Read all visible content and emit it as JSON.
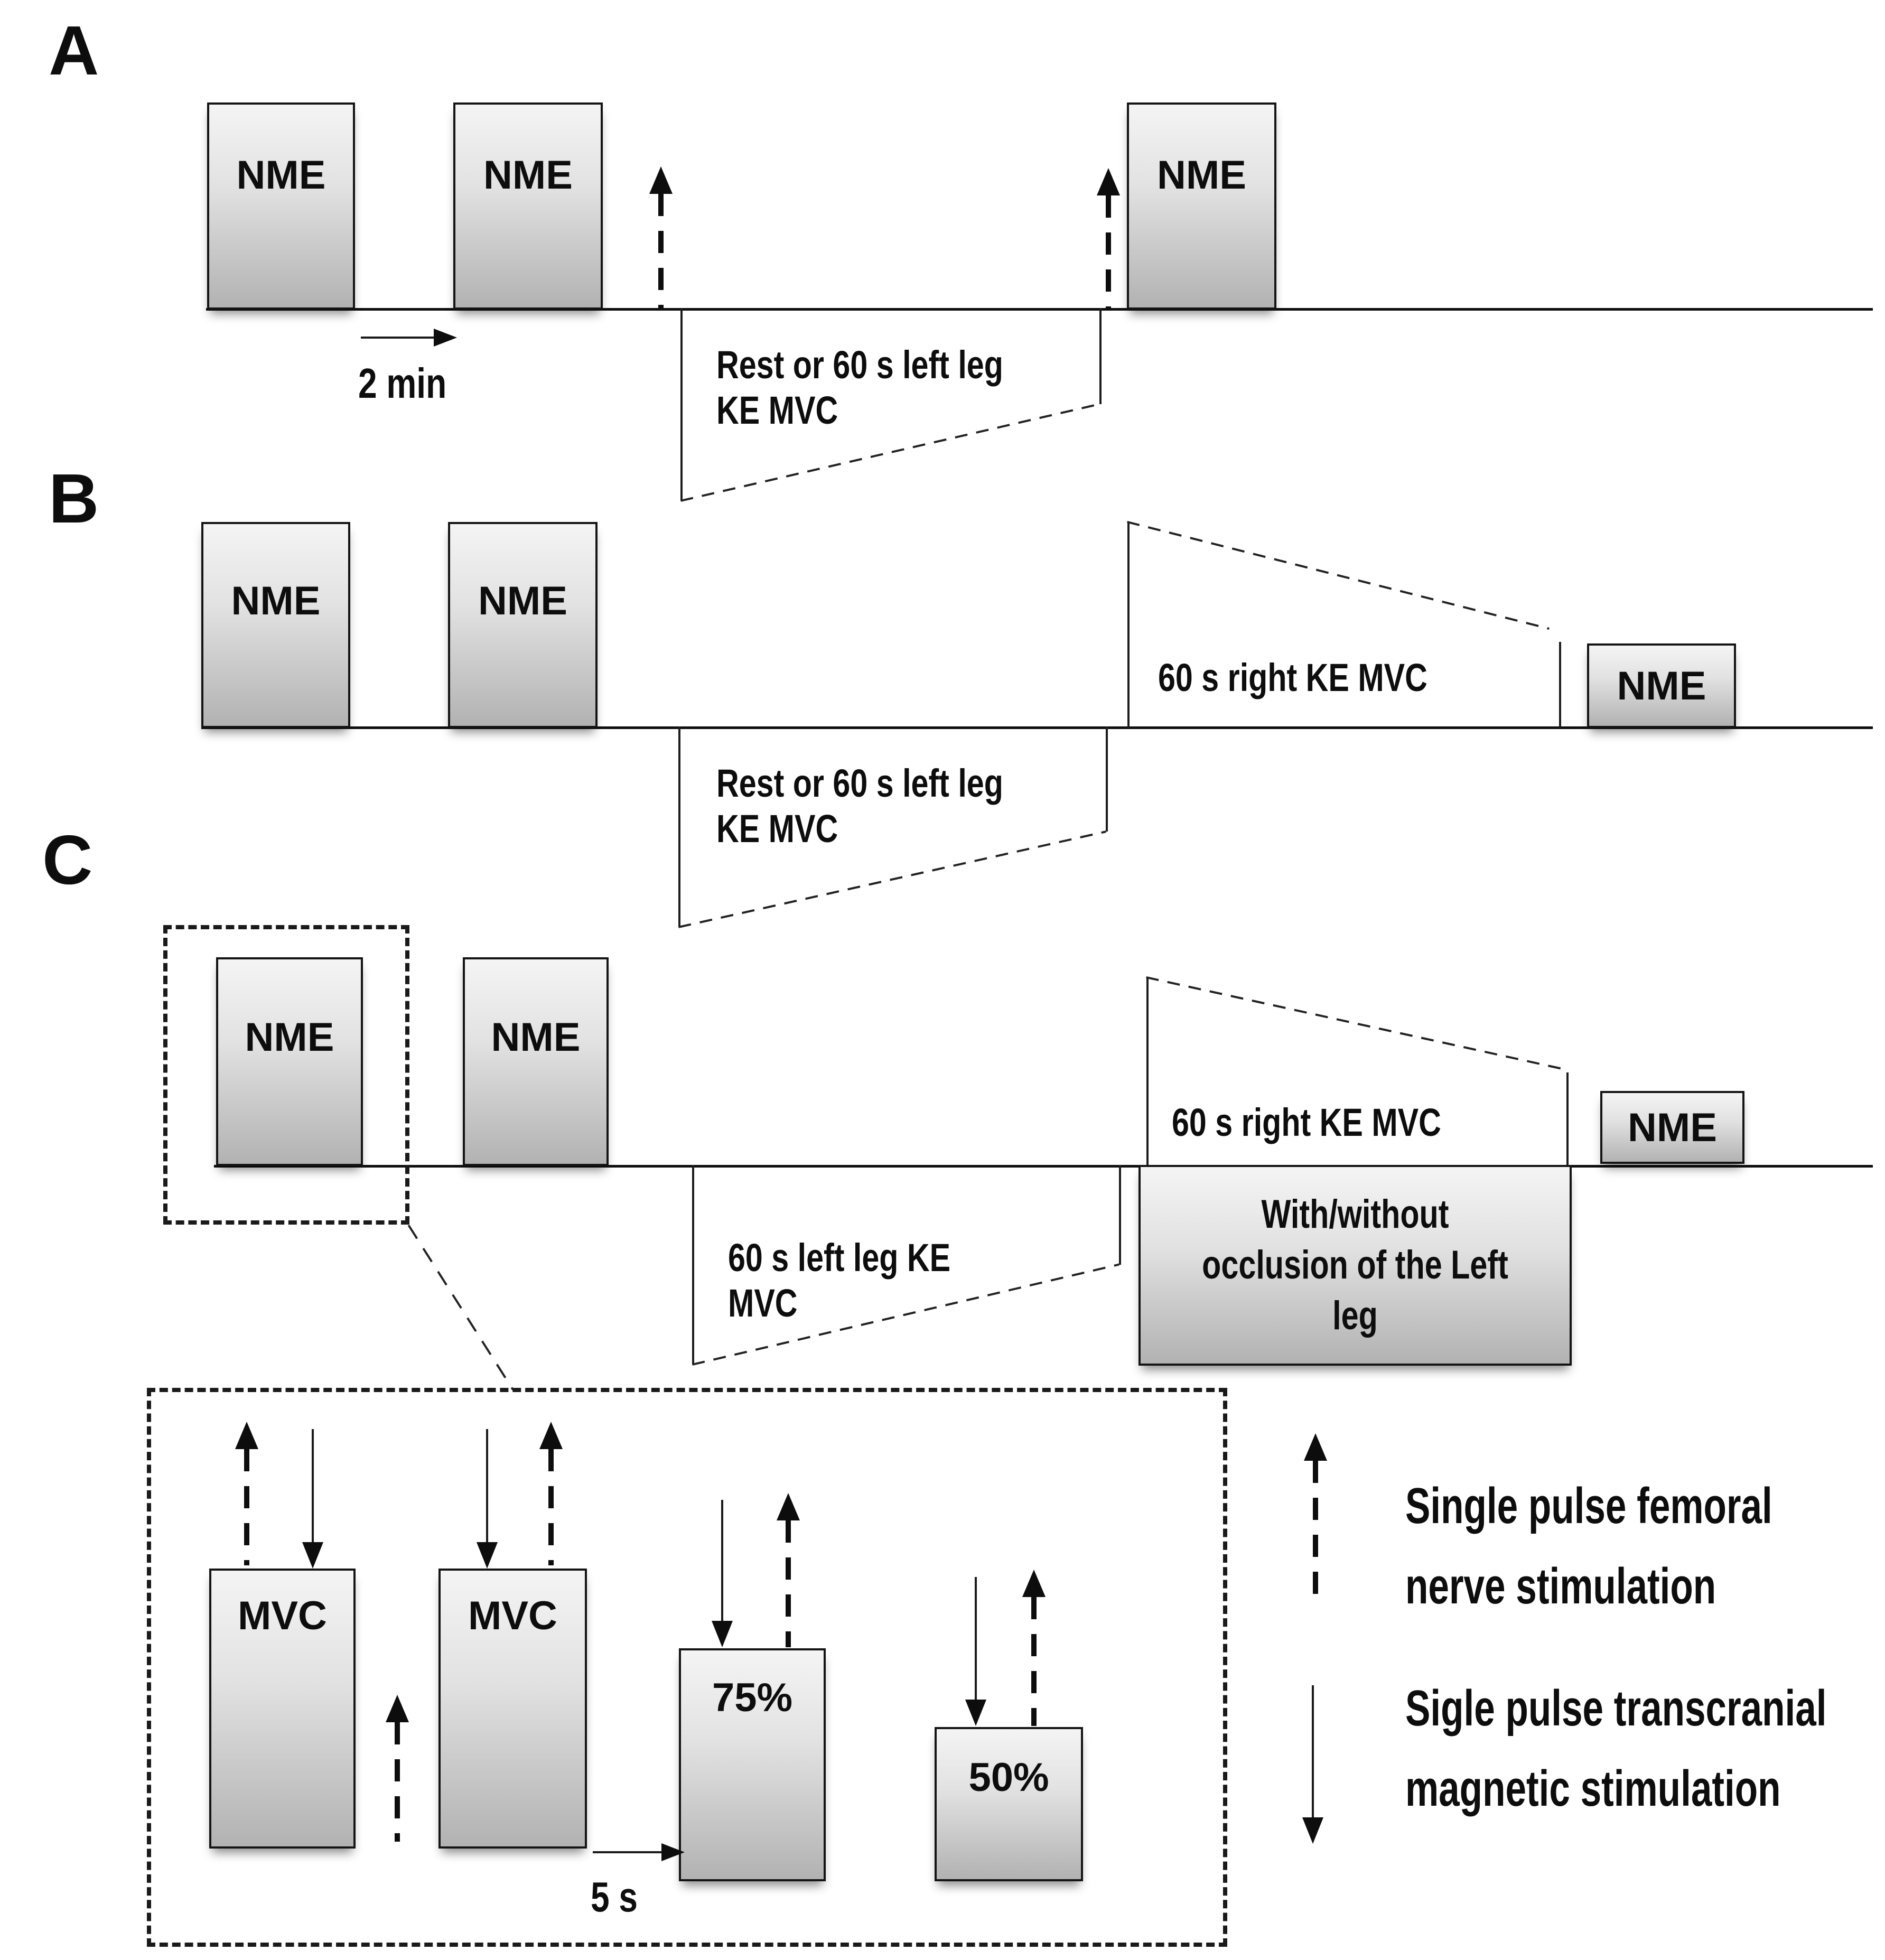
{
  "colors": {
    "box_gradient_top": "#f4f4f4",
    "box_gradient_bottom": "#b2b2b2",
    "line": "#0f0f0f"
  },
  "panel_a": {
    "label": "A",
    "nme_1": "NME",
    "nme_2": "NME",
    "nme_3": "NME",
    "interval_label": "2 min",
    "rest_line_1": "Rest or 60 s left leg",
    "rest_line_2": "KE MVC"
  },
  "panel_b": {
    "label": "B",
    "nme_1": "NME",
    "nme_2": "NME",
    "nme_post": "NME",
    "rest_line_1": "Rest or 60 s left leg",
    "rest_line_2": "KE MVC",
    "right_mvc_label": "60 s right KE MVC"
  },
  "panel_c": {
    "label": "C",
    "nme_1": "NME",
    "nme_2": "NME",
    "nme_post": "NME",
    "left_mvc_line_1": "60 s left leg KE",
    "left_mvc_line_2": "MVC",
    "right_mvc_label": "60 s right KE MVC",
    "occlusion_line_1": "With/without",
    "occlusion_line_2": "occlusion of the Left",
    "occlusion_line_3": "leg"
  },
  "detail": {
    "mvc_1": "MVC",
    "mvc_2": "MVC",
    "pct_75": "75%",
    "pct_50": "50%",
    "gap_label": "5 s"
  },
  "legend": {
    "femoral_line_1": "Single pulse femoral",
    "femoral_line_2": "nerve stimulation",
    "tms_line_1": "Sigle pulse transcranial",
    "tms_line_2": "magnetic stimulation"
  }
}
